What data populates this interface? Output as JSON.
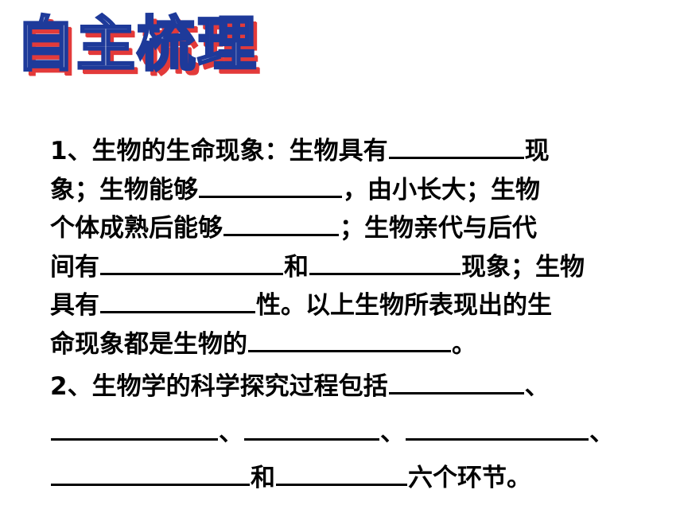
{
  "title": "自主梳理",
  "lines": [
    {
      "parts": [
        {
          "t": "text",
          "v": "1、生物的生命现象：生物具有"
        },
        {
          "t": "blank",
          "w": 170
        },
        {
          "t": "text",
          "v": "现"
        }
      ]
    },
    {
      "parts": [
        {
          "t": "text",
          "v": "象；生物能够"
        },
        {
          "t": "blank",
          "w": 180
        },
        {
          "t": "text",
          "v": "，由小长大；生物"
        }
      ]
    },
    {
      "parts": [
        {
          "t": "text",
          "v": "个体成熟后能够"
        },
        {
          "t": "blank",
          "w": 145
        },
        {
          "t": "text",
          "v": "；生物亲代与后代"
        }
      ]
    },
    {
      "parts": [
        {
          "t": "text",
          "v": "间有"
        },
        {
          "t": "blank",
          "w": 230
        },
        {
          "t": "text",
          "v": "和"
        },
        {
          "t": "blank",
          "w": 190
        },
        {
          "t": "text",
          "v": "现象；生物"
        }
      ]
    },
    {
      "parts": [
        {
          "t": "text",
          "v": "具有"
        },
        {
          "t": "blank",
          "w": 195
        },
        {
          "t": "text",
          "v": "性。以上生物所表现出的生"
        }
      ]
    },
    {
      "parts": [
        {
          "t": "text",
          "v": "命现象都是生物的"
        },
        {
          "t": "blank",
          "w": 255
        },
        {
          "t": "text",
          "v": "。"
        }
      ]
    },
    {
      "parts": [
        {
          "t": "text",
          "v": "2、生物学的科学探究过程包括"
        },
        {
          "t": "blank",
          "w": 170
        },
        {
          "t": "text",
          "v": "、"
        }
      ]
    },
    {
      "parts": [
        {
          "t": "blank",
          "w": 210
        },
        {
          "t": "text",
          "v": "、"
        },
        {
          "t": "blank",
          "w": 170
        },
        {
          "t": "text",
          "v": "、"
        },
        {
          "t": "blank",
          "w": 230
        },
        {
          "t": "text",
          "v": "、"
        }
      ]
    },
    {
      "parts": [
        {
          "t": "blank",
          "w": 250
        },
        {
          "t": "text",
          "v": "和"
        },
        {
          "t": "blank",
          "w": 165
        },
        {
          "t": "text",
          "v": "六个环节。"
        }
      ]
    }
  ]
}
